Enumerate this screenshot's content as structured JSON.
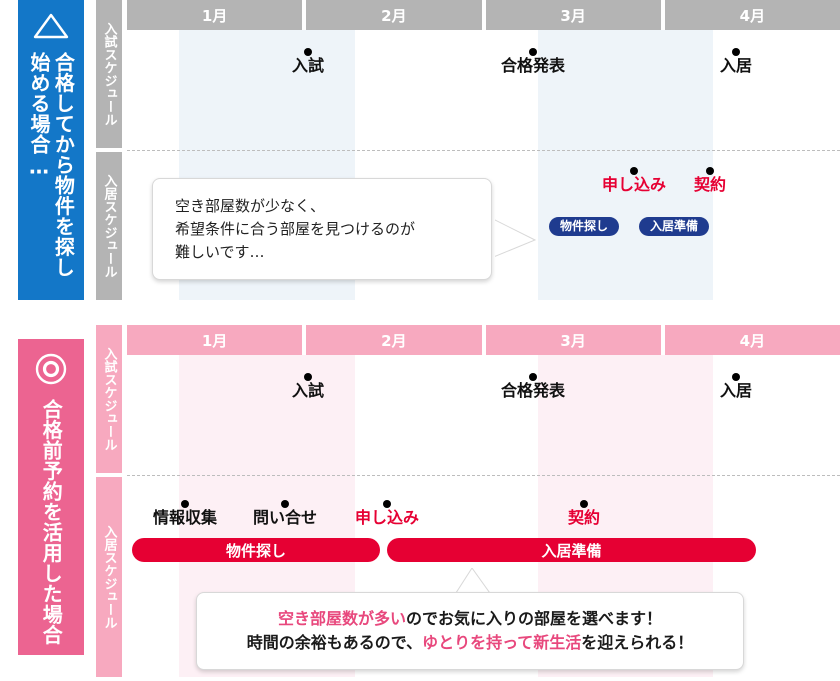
{
  "sections": [
    {
      "id": "case-after-pass",
      "icon": "triangle-outline-icon",
      "banner_label": "合格してから物件を探し始める場合…",
      "accent": "#1377c8",
      "row_labels": [
        "入試スケジュール",
        "入居スケジュール"
      ],
      "months": [
        "1月",
        "2月",
        "3月",
        "4月"
      ],
      "exam_events": [
        {
          "label": "入試",
          "style": "black"
        },
        {
          "label": "合格発表",
          "style": "black"
        },
        {
          "label": "入居",
          "style": "black"
        }
      ],
      "housing_events": [
        {
          "label": "申し込み",
          "style": "red"
        },
        {
          "label": "契約",
          "style": "red"
        }
      ],
      "pills": [
        "物件探し",
        "入居準備"
      ],
      "bubble": {
        "line1": "空き部屋数が少なく、",
        "line2": "希望条件に合う部屋を見つけるのが",
        "line3": "難しいです…"
      }
    },
    {
      "id": "case-pre-pass-booking",
      "icon": "double-circle-icon",
      "banner_label": "合格前予約を活用した場合",
      "accent": "#ec6491",
      "row_labels": [
        "入試スケジュール",
        "入居スケジュール"
      ],
      "months": [
        "1月",
        "2月",
        "3月",
        "4月"
      ],
      "exam_events": [
        {
          "label": "入試",
          "style": "black"
        },
        {
          "label": "合格発表",
          "style": "black"
        },
        {
          "label": "入居",
          "style": "black"
        }
      ],
      "housing_events": [
        {
          "label": "情報収集",
          "style": "black"
        },
        {
          "label": "問い合せ",
          "style": "black"
        },
        {
          "label": "申し込み",
          "style": "red"
        },
        {
          "label": "契約",
          "style": "red"
        }
      ],
      "phase_bars": [
        "物件探し",
        "入居準備"
      ],
      "bubble": {
        "line1_a": "空き部屋数が多い",
        "line1_b": "のでお気に入りの部屋を選べます！",
        "line2_a": "時間の余裕もあるので、",
        "line2_b": "ゆとりを持って新生活",
        "line2_c": "を迎えられる！"
      }
    }
  ],
  "colors": {
    "blue_accent": "#1377c8",
    "pink_accent": "#ec6491",
    "gray_header": "#b4b4b4",
    "pink_header": "#f7a9bf",
    "navy_pill": "#1f3b8f",
    "red_bar": "#e60033",
    "tint_blue": "#eef4f9",
    "tint_pink": "#fdf0f5",
    "highlight_pink": "#e8487d"
  }
}
